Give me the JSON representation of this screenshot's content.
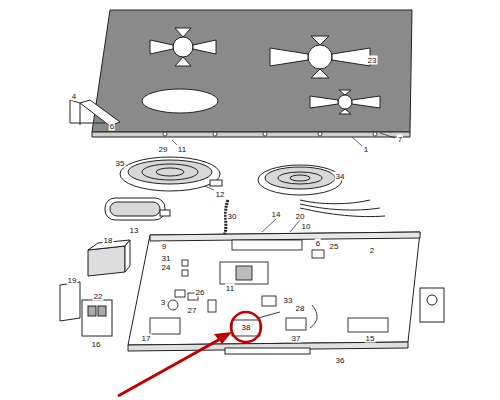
{
  "diagram": {
    "labels": [
      "23",
      "4",
      "6",
      "7",
      "1",
      "29",
      "11",
      "35",
      "12",
      "34",
      "20",
      "14",
      "10",
      "13",
      "30",
      "18",
      "9",
      "2",
      "31",
      "24",
      "25",
      "6",
      "11",
      "26",
      "22",
      "19",
      "3",
      "27",
      "33",
      "28",
      "38",
      "37",
      "17",
      "15",
      "16",
      "36"
    ]
  }
}
